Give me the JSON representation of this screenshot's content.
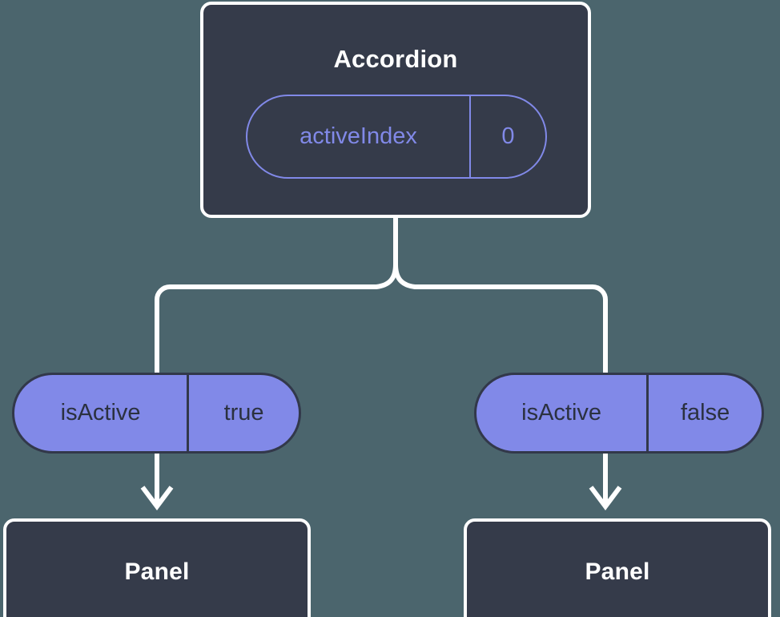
{
  "theme": {
    "background": "#4b656d",
    "node_fill": "#353b4a",
    "node_border": "#ffffff",
    "node_text": "#ffffff",
    "accent_purple": "#8189e8",
    "pill_border_dark": "#32384a",
    "pill_text_dark": "#2b3140",
    "connector": "#ffffff"
  },
  "diagram": {
    "type": "component-tree",
    "root": {
      "name": "accordion-node",
      "title": "Accordion",
      "state_pill": {
        "key": "activeIndex",
        "value": "0",
        "style": "outlined"
      }
    },
    "branches": [
      {
        "name": "branch-left",
        "props_pill": {
          "key": "isActive",
          "value": "true",
          "style": "filled"
        },
        "child": {
          "name": "panel-node-left",
          "title": "Panel"
        }
      },
      {
        "name": "branch-right",
        "props_pill": {
          "key": "isActive",
          "value": "false",
          "style": "filled"
        },
        "child": {
          "name": "panel-node-right",
          "title": "Panel"
        }
      }
    ]
  }
}
